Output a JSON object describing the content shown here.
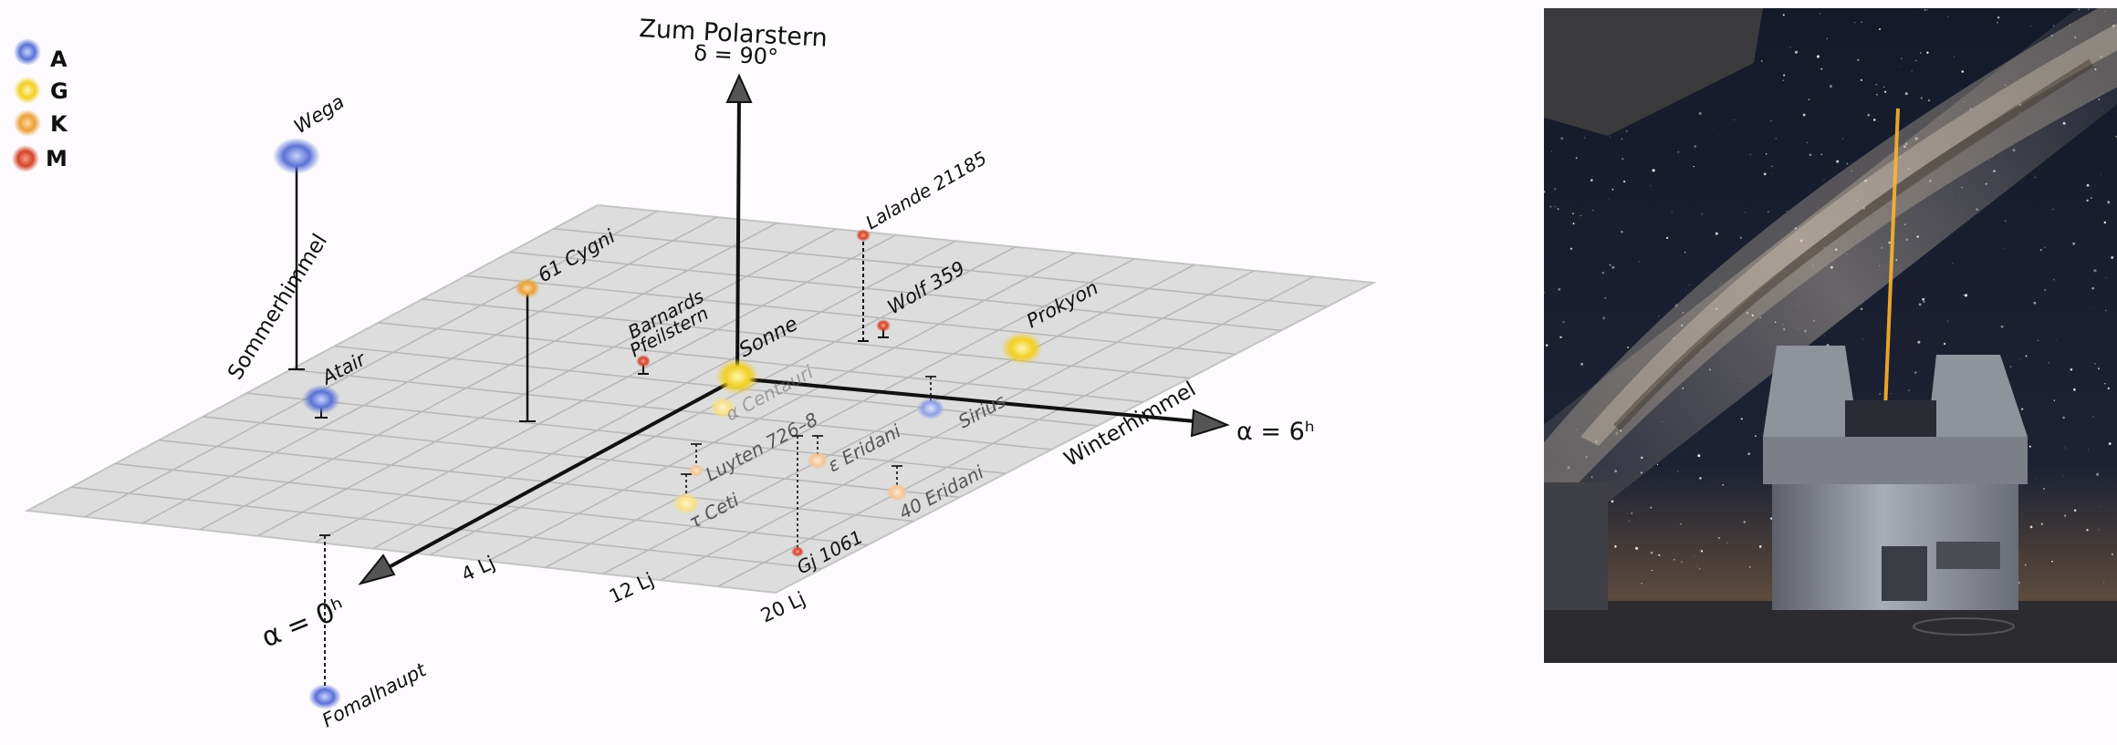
{
  "legend": {
    "items": [
      {
        "label": "A",
        "color": "#5b72d6"
      },
      {
        "label": "G",
        "color": "#f2d12a"
      },
      {
        "label": "K",
        "color": "#e9a13a"
      },
      {
        "label": "M",
        "color": "#d2442a"
      }
    ]
  },
  "axes": {
    "polar_title": "Zum Polarstern",
    "polar_delta": "δ = 90°",
    "alpha6": "α = 6ʰ",
    "alpha0": "α = 0ʰ",
    "summer": "Sommerhimmel",
    "winter": "Winterhimmel",
    "dist_ticks": [
      "4 Lj",
      "12 Lj",
      "20 Lj"
    ]
  },
  "stars": {
    "wega": "Wega",
    "atair": "Atair",
    "cygni": "61 Cygni",
    "barnards": [
      "Barnards",
      "Pfeilstern"
    ],
    "sonne": "Sonne",
    "lalande": "Lalande 21185",
    "wolf": "Wolf 359",
    "prokyon": "Prokyon",
    "centauri": "α Centauri",
    "sirius": "Sirius",
    "luyten": "Luyten 726–8",
    "eridani_eps": "ε Eridani",
    "eridani_40": "40 Eridani",
    "ceti": "τ Ceti",
    "gj1061": "Gj 1061",
    "fomalhaut": "Fomalhaupt"
  },
  "colors": {
    "plane": "#dddddd",
    "grid": "#bdbdbd",
    "sky_top": "#141a2a",
    "milky_way": "#b9a99a",
    "laser": "#ffb32c",
    "dome": "#9a9ea6"
  }
}
